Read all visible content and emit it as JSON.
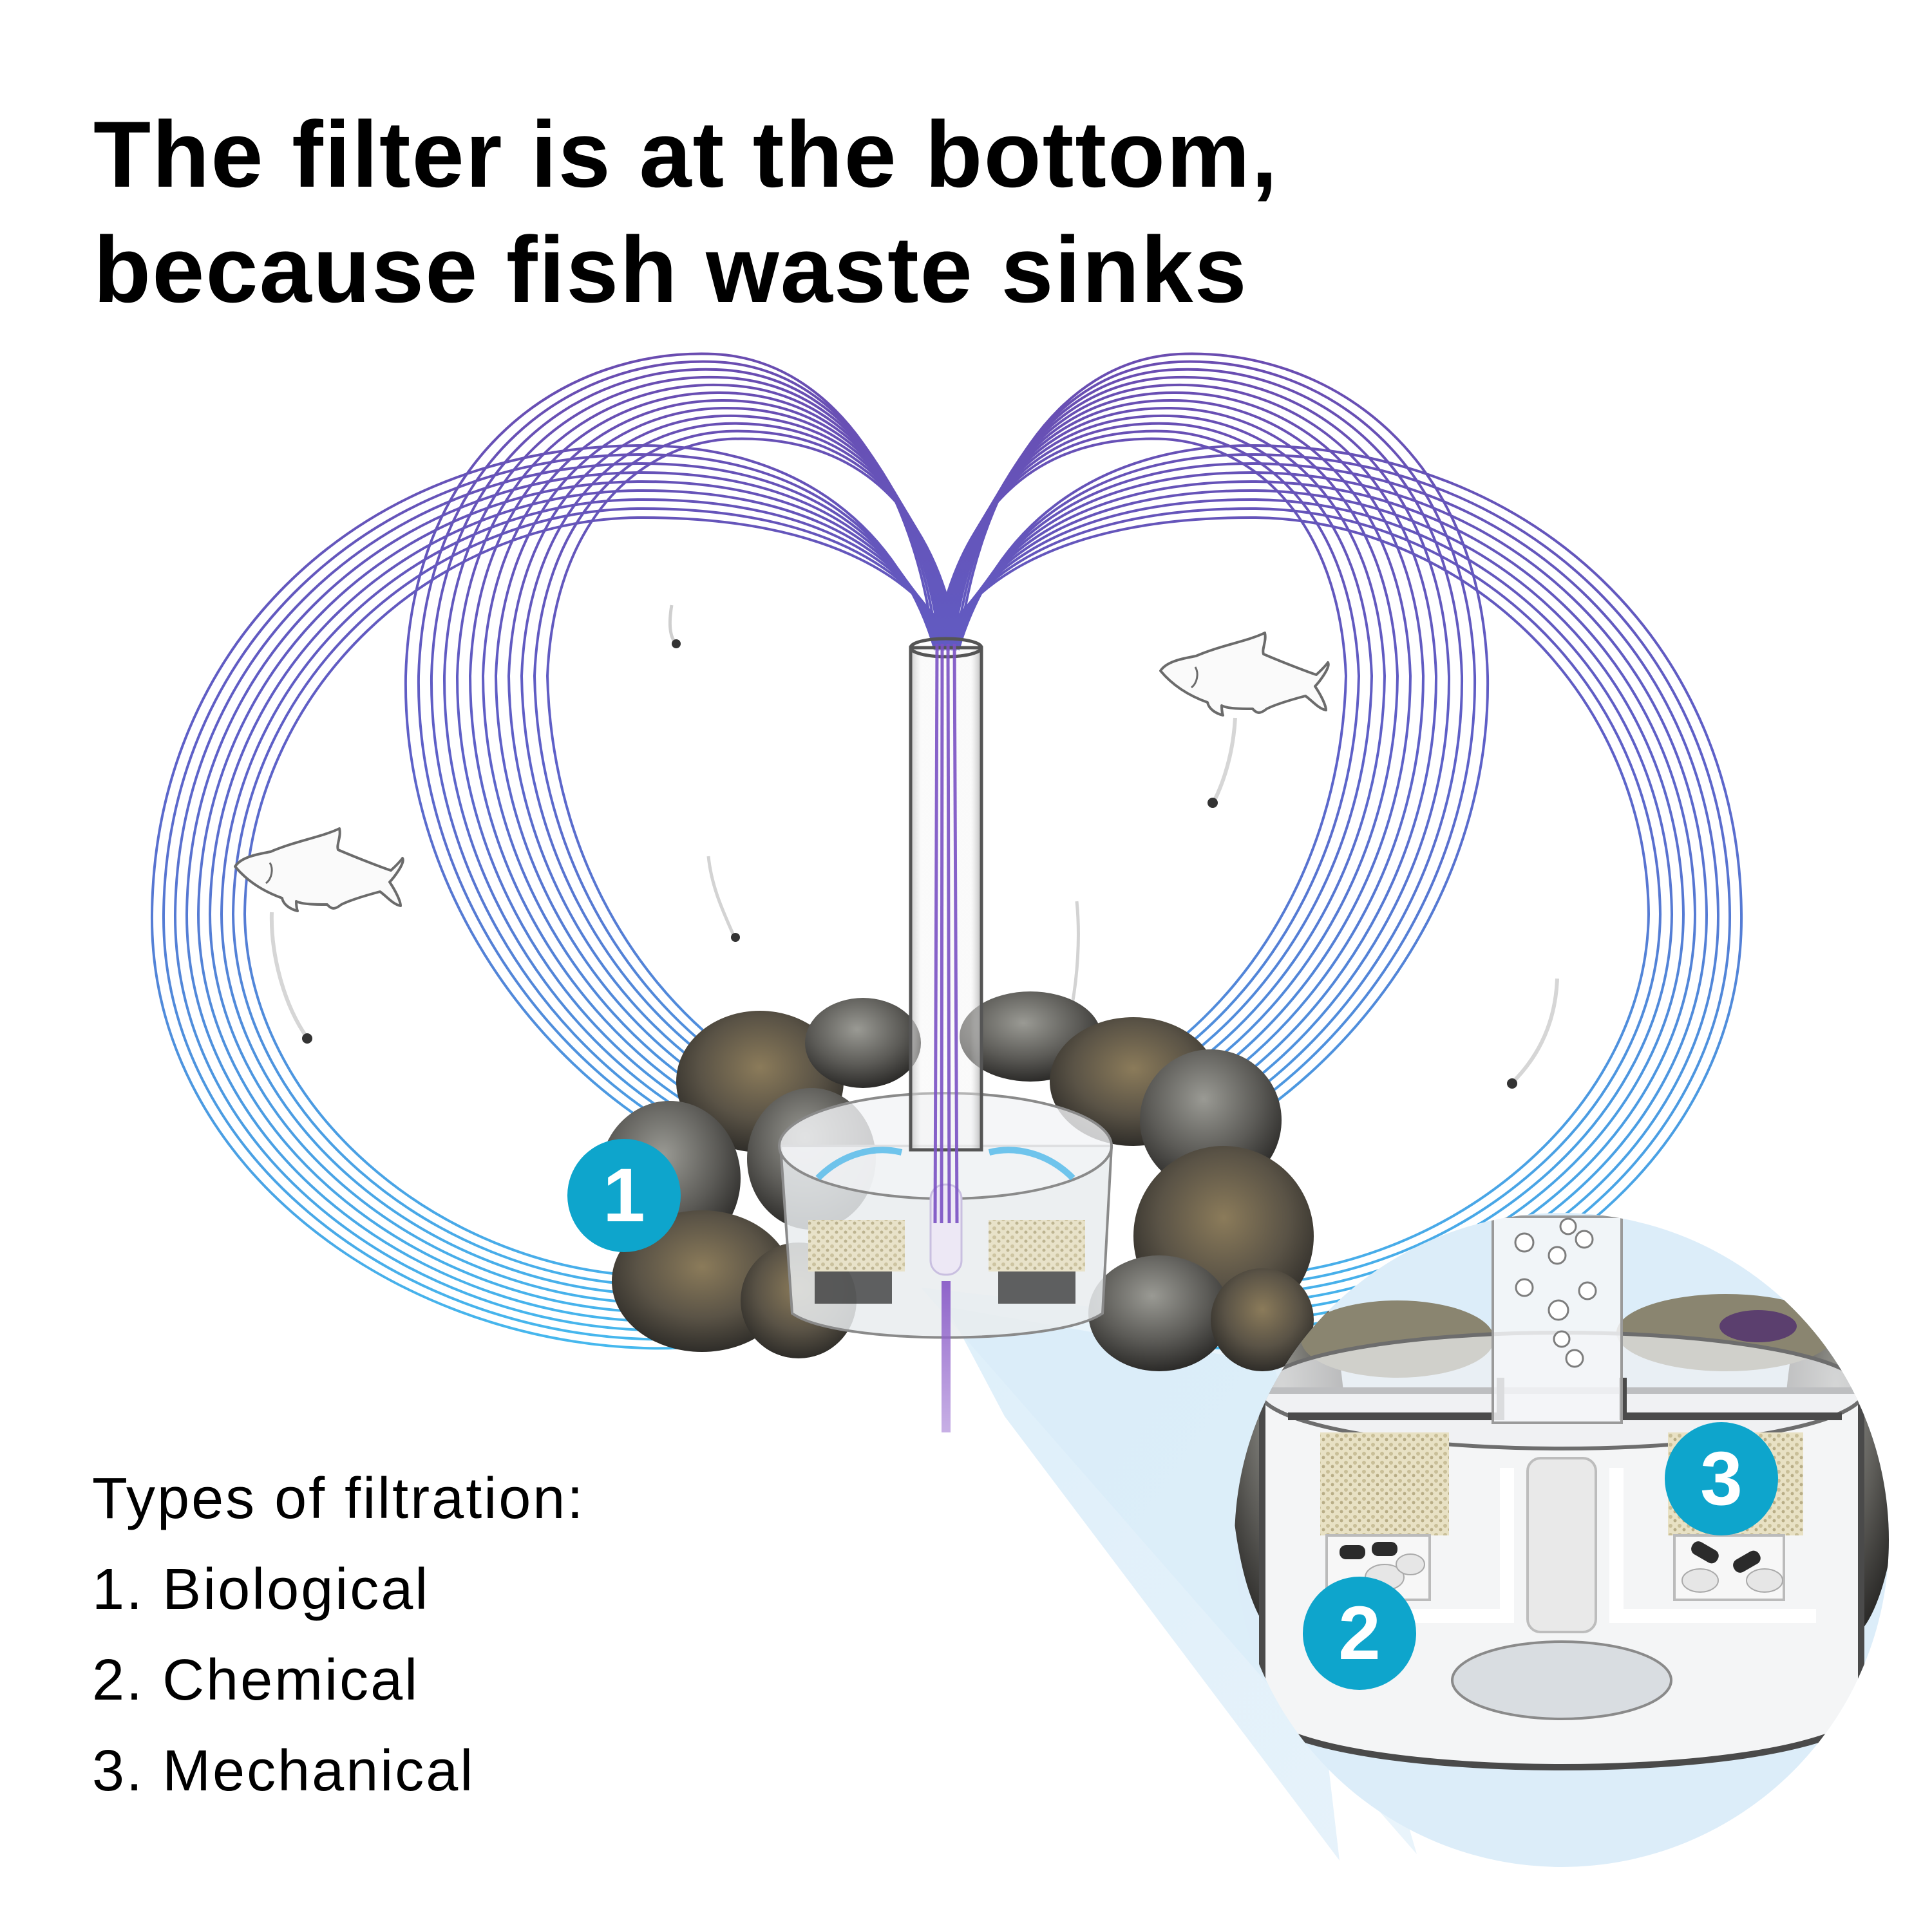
{
  "title": {
    "line1": "The filter is at the bottom,",
    "line2": "because fish waste sinks"
  },
  "legend": {
    "heading": "Types of filtration:",
    "items": [
      {
        "number": "1",
        "label": "1. Biological"
      },
      {
        "number": "2",
        "label": "2. Chemical"
      },
      {
        "number": "3",
        "label": "3. Mechanical"
      }
    ]
  },
  "badges": [
    {
      "number": "1",
      "meaning": "Biological"
    },
    {
      "number": "2",
      "meaning": "Chemical"
    },
    {
      "number": "3",
      "meaning": "Mechanical"
    }
  ],
  "illustration": {
    "elements": [
      "water-flow-lines",
      "uplift-tube",
      "filter-canister",
      "porous-rocks",
      "fish",
      "fish",
      "sinking-waste-particles",
      "magnified-filter-cutaway"
    ],
    "fish_count": 2,
    "waste_particle_count": 6
  },
  "colors": {
    "background": "#ffffff",
    "text": "#000000",
    "badge": "#0ea5cc",
    "badge_text": "#ffffff",
    "flow_top": "#6b4fb3",
    "flow_mid": "#5b6fd0",
    "flow_bottom": "#4fb8ea",
    "magnifier_fill": "#dcedf9",
    "tube_stroke": "#555555",
    "fish_stroke": "#6b6b6b",
    "fish_fill": "#fafafa",
    "waste": "#333333"
  }
}
